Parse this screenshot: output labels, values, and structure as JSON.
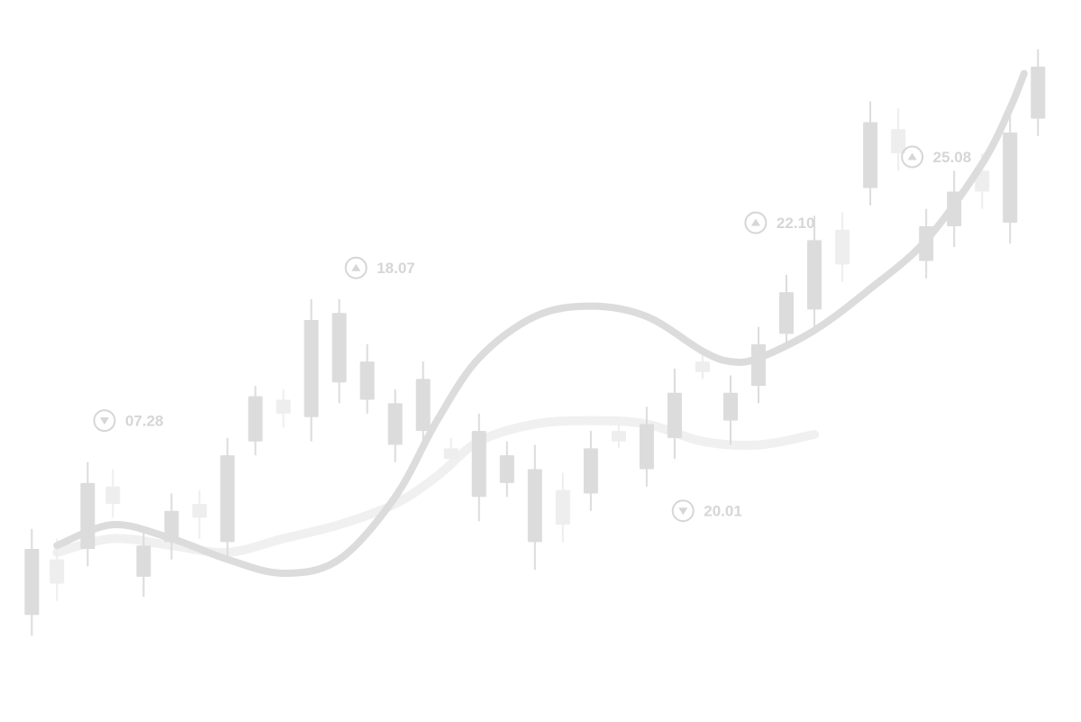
{
  "colors": {
    "background": "#ffffff",
    "candle": "#dcdcdc",
    "candle_faint": "#eeeeee",
    "trend": "#dcdcdc",
    "trend_faint": "#f0f0f0",
    "annotation": "#d6d6d6"
  },
  "chart_data": {
    "type": "candlestick",
    "title": "",
    "xlabel": "",
    "ylabel": "",
    "xlim": [
      0,
      37
    ],
    "ylim": [
      0,
      100
    ],
    "grid": false,
    "candles": [
      {
        "x": 0.3,
        "low": 11.0,
        "open": 14.0,
        "close": 23.5,
        "high": 26.4,
        "faint": false
      },
      {
        "x": 1.2,
        "low": 16.0,
        "open": 18.5,
        "close": 22.0,
        "high": 25.0,
        "faint": true
      },
      {
        "x": 2.3,
        "low": 21.0,
        "open": 23.5,
        "close": 33.0,
        "high": 36.0,
        "faint": false
      },
      {
        "x": 3.2,
        "low": 28.0,
        "open": 30.0,
        "close": 32.5,
        "high": 35.0,
        "faint": true
      },
      {
        "x": 4.3,
        "low": 16.6,
        "open": 19.5,
        "close": 24.0,
        "high": 26.5,
        "faint": false
      },
      {
        "x": 5.3,
        "low": 22.0,
        "open": 24.5,
        "close": 29.0,
        "high": 31.5,
        "faint": false
      },
      {
        "x": 6.3,
        "low": 25.0,
        "open": 28.0,
        "close": 30.0,
        "high": 32.0,
        "faint": true
      },
      {
        "x": 7.3,
        "low": 21.5,
        "open": 24.5,
        "close": 37.0,
        "high": 39.5,
        "faint": false
      },
      {
        "x": 8.3,
        "low": 37.0,
        "open": 39.0,
        "close": 45.5,
        "high": 47.0,
        "faint": false
      },
      {
        "x": 9.3,
        "low": 41.0,
        "open": 43.0,
        "close": 45.0,
        "high": 46.5,
        "faint": true
      },
      {
        "x": 10.3,
        "low": 39.0,
        "open": 42.5,
        "close": 56.5,
        "high": 59.5,
        "faint": false
      },
      {
        "x": 11.3,
        "low": 44.5,
        "open": 47.5,
        "close": 57.5,
        "high": 59.5,
        "faint": false
      },
      {
        "x": 12.3,
        "low": 43.0,
        "open": 45.0,
        "close": 50.5,
        "high": 53.0,
        "faint": false
      },
      {
        "x": 13.3,
        "low": 36.0,
        "open": 38.5,
        "close": 44.5,
        "high": 46.5,
        "faint": false
      },
      {
        "x": 14.3,
        "low": 38.5,
        "open": 40.5,
        "close": 48.0,
        "high": 50.5,
        "faint": false
      },
      {
        "x": 15.3,
        "low": 35.0,
        "open": 36.5,
        "close": 38.0,
        "high": 39.5,
        "faint": true
      },
      {
        "x": 16.3,
        "low": 27.5,
        "open": 31.0,
        "close": 40.5,
        "high": 43.0,
        "faint": false
      },
      {
        "x": 17.3,
        "low": 31.0,
        "open": 33.0,
        "close": 37.0,
        "high": 39.0,
        "faint": false
      },
      {
        "x": 18.3,
        "low": 20.5,
        "open": 24.5,
        "close": 35.0,
        "high": 38.5,
        "faint": false
      },
      {
        "x": 19.3,
        "low": 24.5,
        "open": 27.0,
        "close": 32.0,
        "high": 34.5,
        "faint": true
      },
      {
        "x": 20.3,
        "low": 29.0,
        "open": 31.5,
        "close": 38.0,
        "high": 40.5,
        "faint": false
      },
      {
        "x": 21.3,
        "low": 38.0,
        "open": 39.0,
        "close": 40.5,
        "high": 41.5,
        "faint": true
      },
      {
        "x": 22.3,
        "low": 32.5,
        "open": 35.0,
        "close": 41.5,
        "high": 44.0,
        "faint": false
      },
      {
        "x": 23.3,
        "low": 36.5,
        "open": 39.5,
        "close": 46.0,
        "high": 49.5,
        "faint": false
      },
      {
        "x": 24.3,
        "low": 48.0,
        "open": 49.0,
        "close": 50.5,
        "high": 51.5,
        "faint": true
      },
      {
        "x": 25.3,
        "low": 38.5,
        "open": 42.0,
        "close": 46.0,
        "high": 48.5,
        "faint": false
      },
      {
        "x": 26.3,
        "low": 44.5,
        "open": 47.0,
        "close": 53.0,
        "high": 55.5,
        "faint": false
      },
      {
        "x": 27.3,
        "low": 52.5,
        "open": 54.5,
        "close": 60.5,
        "high": 63.0,
        "faint": false
      },
      {
        "x": 28.3,
        "low": 55.5,
        "open": 58.0,
        "close": 68.0,
        "high": 71.5,
        "faint": false
      },
      {
        "x": 29.3,
        "low": 62.0,
        "open": 64.5,
        "close": 69.5,
        "high": 72.0,
        "faint": true
      },
      {
        "x": 30.3,
        "low": 73.0,
        "open": 75.5,
        "close": 85.0,
        "high": 88.0,
        "faint": false
      },
      {
        "x": 31.3,
        "low": 78.0,
        "open": 80.5,
        "close": 84.0,
        "high": 87.0,
        "faint": true
      },
      {
        "x": 32.3,
        "low": 62.5,
        "open": 65.0,
        "close": 70.0,
        "high": 72.5,
        "faint": false
      },
      {
        "x": 33.3,
        "low": 67.0,
        "open": 70.0,
        "close": 75.0,
        "high": 78.0,
        "faint": false
      },
      {
        "x": 34.3,
        "low": 72.5,
        "open": 75.0,
        "close": 78.0,
        "high": 80.5,
        "faint": true
      },
      {
        "x": 35.3,
        "low": 67.5,
        "open": 70.5,
        "close": 83.5,
        "high": 86.5,
        "faint": false
      },
      {
        "x": 36.3,
        "low": 83.0,
        "open": 85.5,
        "close": 93.0,
        "high": 95.5,
        "faint": false
      }
    ],
    "trend_line": [
      [
        1.2,
        24.0
      ],
      [
        3.2,
        27.0
      ],
      [
        5.3,
        25.0
      ],
      [
        7.3,
        22.0
      ],
      [
        9.3,
        20.0
      ],
      [
        11.3,
        22.0
      ],
      [
        13.3,
        31.0
      ],
      [
        14.8,
        42.0
      ],
      [
        16.3,
        51.0
      ],
      [
        18.3,
        57.0
      ],
      [
        20.3,
        58.5
      ],
      [
        22.3,
        57.0
      ],
      [
        24.3,
        52.0
      ],
      [
        25.3,
        50.5
      ],
      [
        26.3,
        51.0
      ],
      [
        28.3,
        55.0
      ],
      [
        30.3,
        61.0
      ],
      [
        32.3,
        68.0
      ],
      [
        34.3,
        79.0
      ],
      [
        35.3,
        87.0
      ],
      [
        35.8,
        92.0
      ]
    ],
    "shadow_line": [
      [
        1.2,
        23.0
      ],
      [
        3.2,
        25.0
      ],
      [
        5.3,
        24.0
      ],
      [
        7.3,
        23.0
      ],
      [
        9.3,
        25.0
      ],
      [
        11.3,
        27.0
      ],
      [
        13.3,
        30.0
      ],
      [
        14.8,
        34.0
      ],
      [
        16.3,
        39.0
      ],
      [
        18.3,
        41.5
      ],
      [
        20.3,
        42.0
      ],
      [
        22.3,
        41.5
      ],
      [
        24.3,
        39.0
      ],
      [
        26.3,
        38.5
      ],
      [
        28.3,
        40.0
      ]
    ],
    "annotations": [
      {
        "text": "07.28",
        "direction": "down",
        "x": 2.9,
        "y": 42.0
      },
      {
        "text": "18.07",
        "direction": "up",
        "x": 11.9,
        "y": 64.0
      },
      {
        "text": "20.01",
        "direction": "down",
        "x": 23.6,
        "y": 29.0
      },
      {
        "text": "22.10",
        "direction": "up",
        "x": 26.2,
        "y": 70.5
      },
      {
        "text": "25.08",
        "direction": "up",
        "x": 31.8,
        "y": 80.0
      }
    ]
  }
}
